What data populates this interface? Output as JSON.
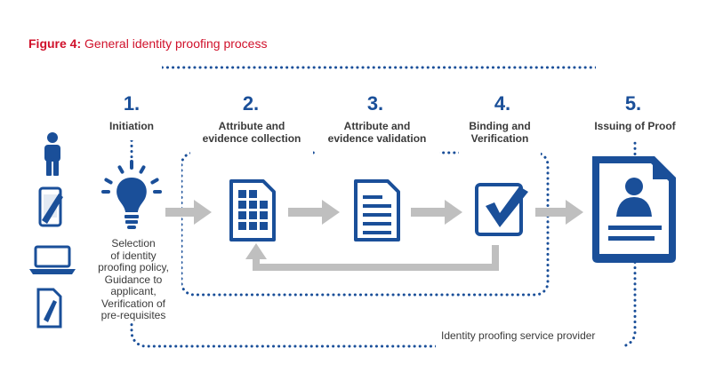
{
  "figure": {
    "caption_prefix": "Figure 4:",
    "caption_text": " General identity proofing process"
  },
  "steps": [
    {
      "number": "1.",
      "label_line1": "Initiation",
      "label_line2": ""
    },
    {
      "number": "2.",
      "label_line1": "Attribute and",
      "label_line2": "evidence collection"
    },
    {
      "number": "3.",
      "label_line1": "Attribute and",
      "label_line2": "evidence validation"
    },
    {
      "number": "4.",
      "label_line1": "Binding and",
      "label_line2": "Verification"
    },
    {
      "number": "5.",
      "label_line1": "Issuing of Proof",
      "label_line2": ""
    }
  ],
  "initiation_desc": [
    "Selection",
    "of identity",
    "proofing policy,",
    "Guidance to",
    "applicant,",
    "Verification of",
    "pre-requisites"
  ],
  "provider_label": "Identity proofing service provider",
  "icons": {
    "channels": [
      "person-icon",
      "mobile-sign-icon",
      "laptop-icon",
      "document-sign-icon"
    ],
    "steps": [
      "lightbulb-icon",
      "form-grid-icon",
      "document-lines-icon",
      "checkbox-icon",
      "id-document-icon"
    ]
  },
  "colors": {
    "brand_blue": "#1a4f99",
    "caption_red": "#d0112b",
    "arrow_gray": "#bfbfbf",
    "text_gray": "#3a3a3a"
  }
}
